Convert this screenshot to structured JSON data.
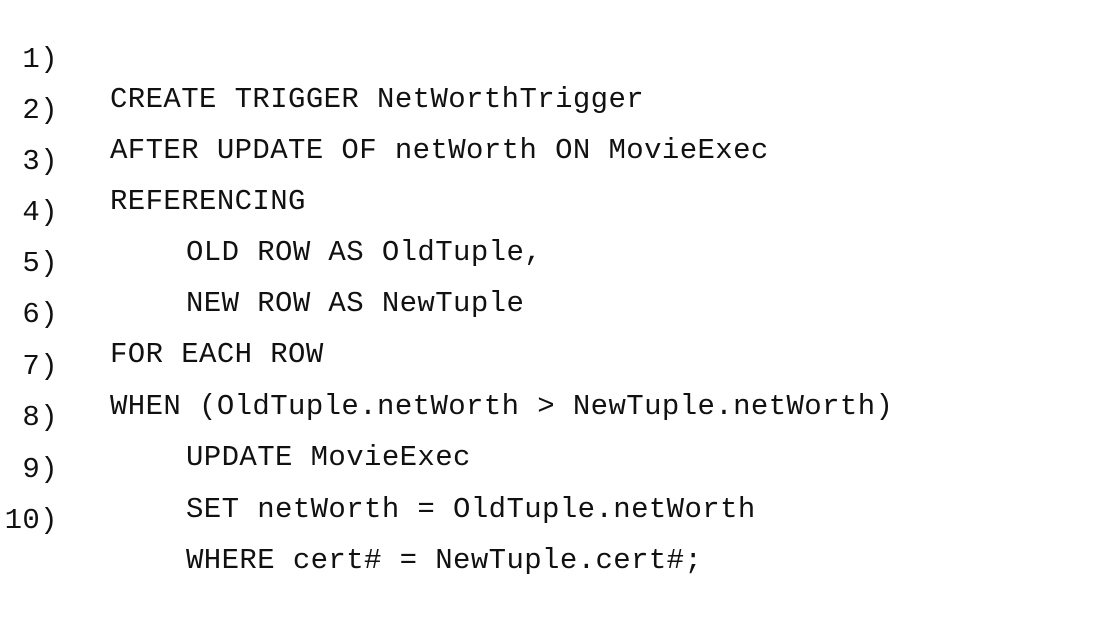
{
  "listing": {
    "lines": [
      {
        "number": "1)",
        "code": "CREATE TRIGGER NetWorthTrigger"
      },
      {
        "number": "2)",
        "code": "AFTER UPDATE OF netWorth ON MovieExec"
      },
      {
        "number": "3)",
        "code": "REFERENCING"
      },
      {
        "number": "4)",
        "code": "OLD ROW AS OldTuple,"
      },
      {
        "number": "5)",
        "code": "NEW ROW AS NewTuple"
      },
      {
        "number": "6)",
        "code": "FOR EACH ROW"
      },
      {
        "number": "7)",
        "code": "WHEN (OldTuple.netWorth > NewTuple.netWorth)"
      },
      {
        "number": "8)",
        "code": "UPDATE MovieExec"
      },
      {
        "number": "9)",
        "code": "SET netWorth = OldTuple.netWorth"
      },
      {
        "number": "10)",
        "code": "WHERE cert# = NewTuple.cert#;"
      }
    ]
  }
}
